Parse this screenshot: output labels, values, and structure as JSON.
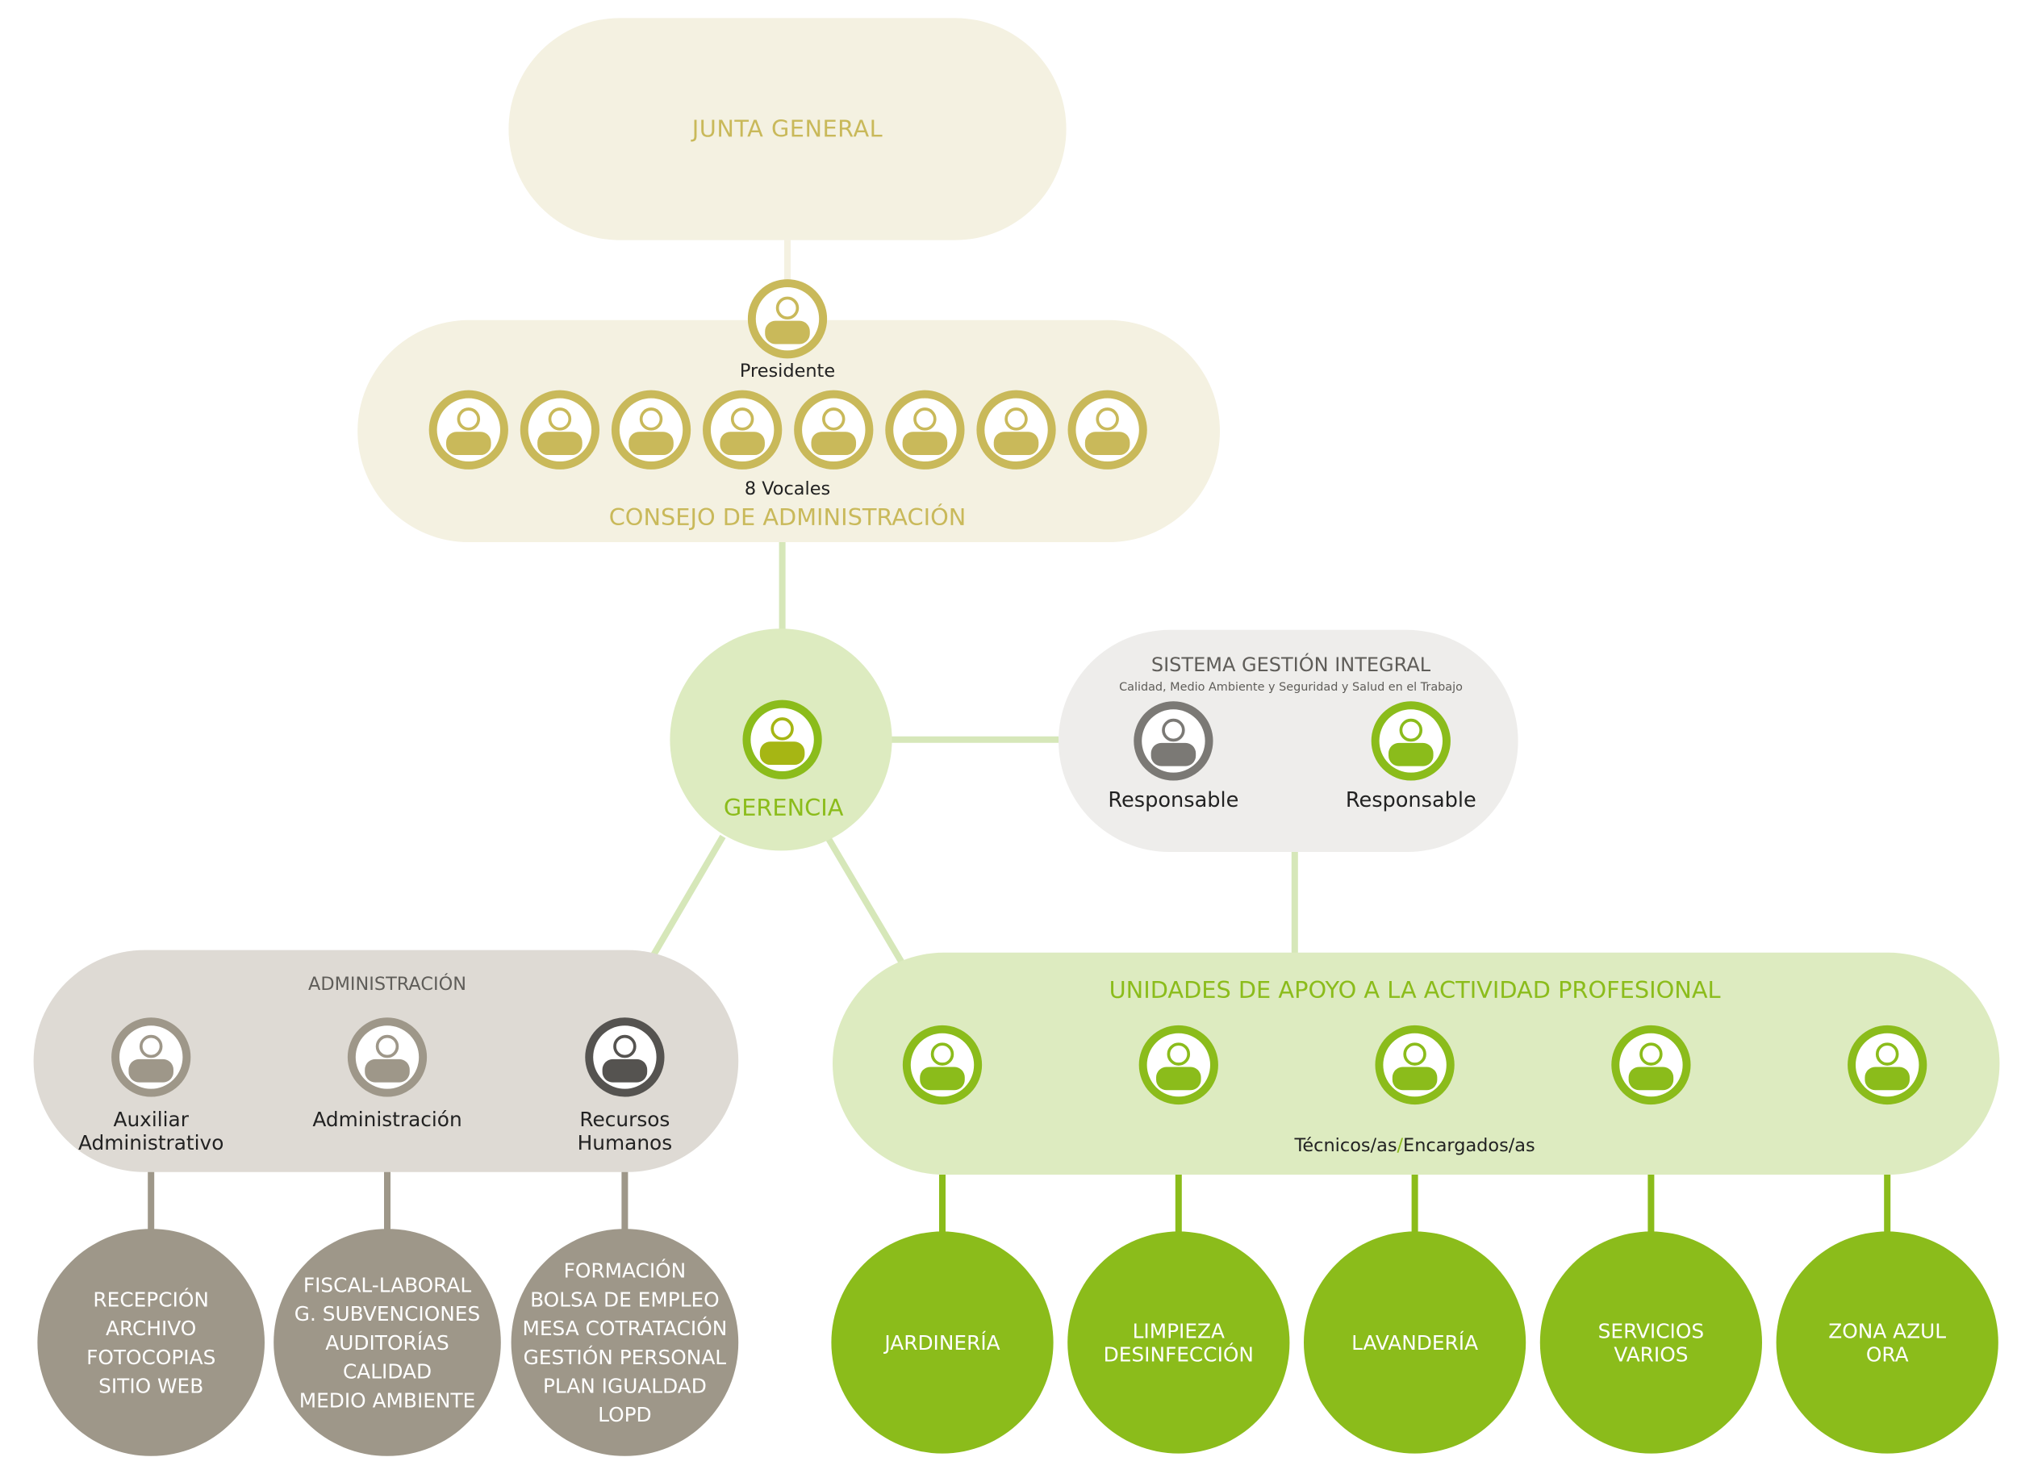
{
  "colors": {
    "olive": "#c9b95a",
    "olive_pale": "#f4f1e1",
    "green": "#8bbc1b",
    "green_pale": "#ddebc0",
    "green_line": "#d6e7b9",
    "grey": "#9e9789",
    "grey_pale": "#dedad4",
    "grey_dark": "#555350",
    "sgi_grey": "#7b7975",
    "sgi_pale": "#eeedeb",
    "text_dark": "#222222",
    "text_grey": "#5f5d59"
  },
  "junta": {
    "title": "JUNTA GENERAL"
  },
  "consejo": {
    "title": "CONSEJO DE ADMINISTRACIÓN",
    "president_label": "Presidente",
    "vocales_label": "8 Vocales",
    "vocales_count": 8
  },
  "gerencia": {
    "title": "GERENCIA"
  },
  "sgi": {
    "title": "SISTEMA GESTIÓN INTEGRAL",
    "subtitle": "Calidad, Medio Ambiente y Seguridad y Salud en el Trabajo",
    "responsables": [
      {
        "label": "Responsable",
        "icon": "person-icon"
      },
      {
        "label": "Responsable",
        "icon": "person-icon"
      }
    ]
  },
  "administracion": {
    "title": "ADMINISTRACIÓN",
    "roles": [
      {
        "label_lines": [
          "Auxiliar",
          "Administrativo"
        ],
        "tasks": [
          "RECEPCIÓN",
          "ARCHIVO",
          "FOTOCOPIAS",
          "SITIO WEB"
        ]
      },
      {
        "label_lines": [
          "Administración"
        ],
        "tasks": [
          "FISCAL-LABORAL",
          "G. SUBVENCIONES",
          "AUDITORÍAS",
          "CALIDAD",
          "MEDIO AMBIENTE"
        ]
      },
      {
        "label_lines": [
          "Recursos",
          "Humanos"
        ],
        "tasks": [
          "FORMACIÓN",
          "BOLSA DE EMPLEO",
          "MESA COTRATACIÓN",
          "GESTIÓN PERSONAL",
          "PLAN IGUALDAD",
          "LOPD"
        ]
      }
    ]
  },
  "unidades": {
    "title": "UNIDADES DE APOYO A LA ACTIVIDAD PROFESIONAL",
    "staff_label_a": "Técnicos/as",
    "staff_label_sep": "/",
    "staff_label_b": "Encargados/as",
    "units": [
      {
        "lines": [
          "JARDINERÍA"
        ]
      },
      {
        "lines": [
          "LIMPIEZA",
          "DESINFECCIÓN"
        ]
      },
      {
        "lines": [
          "LAVANDERÍA"
        ]
      },
      {
        "lines": [
          "SERVICIOS",
          "VARIOS"
        ]
      },
      {
        "lines": [
          "ZONA AZUL",
          "ORA"
        ]
      }
    ]
  }
}
